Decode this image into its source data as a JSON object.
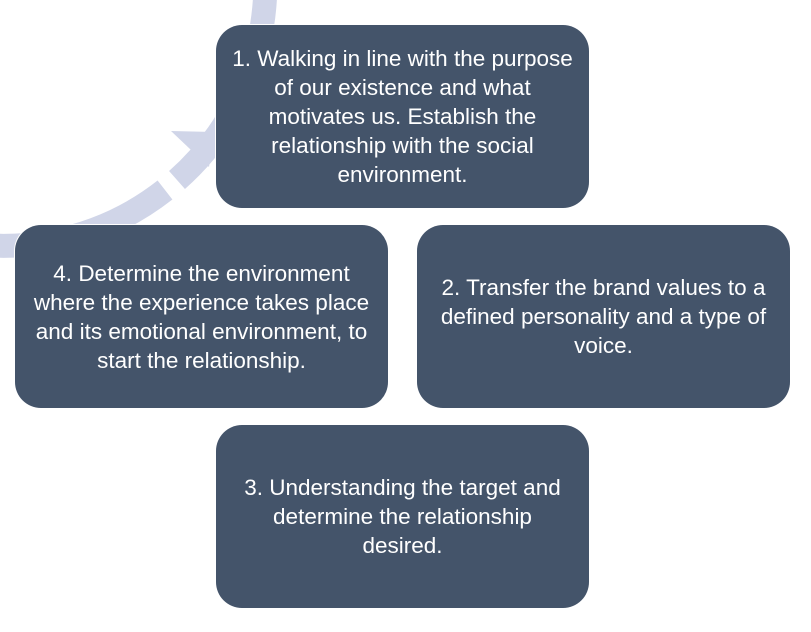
{
  "diagram": {
    "type": "cycle",
    "colors": {
      "box_fill": "#44546a",
      "box_text": "#ffffff",
      "ring": "#d0d5e8",
      "background": "#ffffff"
    },
    "steps": [
      {
        "label": "1. Walking in line with the purpose of our existence and what motivates us. Establish the relationship with the social environment."
      },
      {
        "label": "2. Transfer the brand values to a defined personality and a type of voice."
      },
      {
        "label": "3. Understanding the target and determine the relationship desired."
      },
      {
        "label": "4. Determine the environment where the experience takes place and its emotional environment, to start the relationship."
      }
    ],
    "flow_direction": "clockwise"
  }
}
